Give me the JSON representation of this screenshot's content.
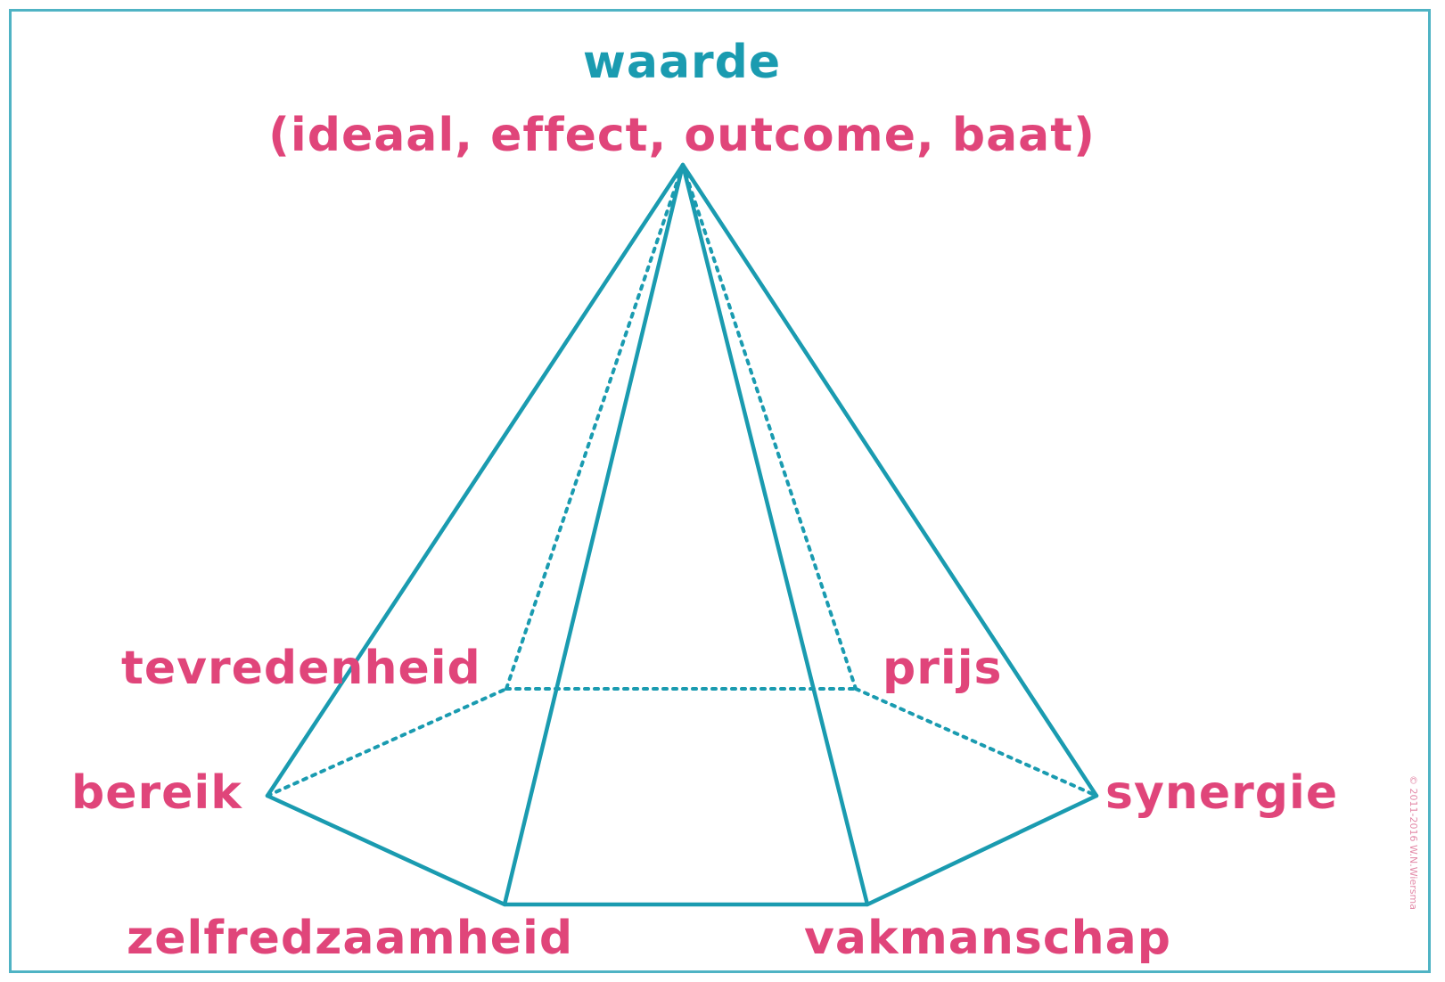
{
  "diagram": {
    "apex_label": "waarde",
    "apex_sublabel": "(ideaal, effect, outcome, baat)",
    "vertices": {
      "back_left": "tevredenheid",
      "back_right": "prijs",
      "left": "bereik",
      "right": "synergie",
      "front_left": "zelfredzaamheid",
      "front_right": "vakmanschap"
    },
    "copyright": "© 2011-2016 W.N.Wiersma"
  },
  "colors": {
    "line": "#1a9bb0",
    "label": "#e0457a",
    "apex": "#1a9bb0",
    "frame": "#4fb3c4"
  }
}
